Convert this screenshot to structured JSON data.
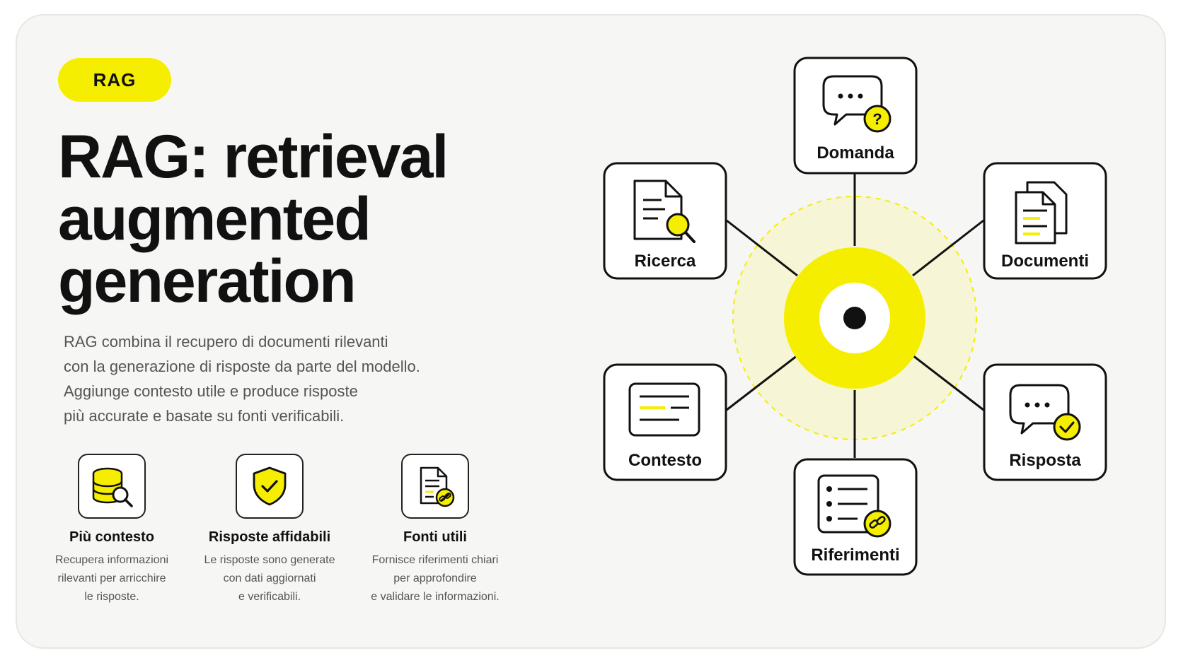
{
  "badge": "RAG",
  "title": [
    "RAG: retrieval",
    "augmented",
    "generation"
  ],
  "description": [
    "RAG combina il recupero di documenti rilevanti",
    "con la generazione di risposte da parte del modello.",
    "Aggiunge contesto utile e produce risposte",
    "più accurate e basate su fonti verificabili."
  ],
  "features": [
    {
      "icon": "database-search-icon",
      "title": "Più contesto",
      "lines": [
        "Recupera informazioni",
        "rilevanti per arricchire",
        "le risposte."
      ]
    },
    {
      "icon": "shield-check-icon",
      "title": "Risposte affidabili",
      "lines": [
        "Le risposte sono generate",
        "con dati aggiornati",
        "e verificabili."
      ]
    },
    {
      "icon": "document-link-icon",
      "title": "Fonti utili",
      "lines": [
        "Fornisce riferimenti chiari",
        "per approfondire",
        "e validare le informazioni."
      ]
    }
  ],
  "diagram": {
    "center": "target-icon",
    "nodes": [
      {
        "icon": "chat-question-icon",
        "label": "Domanda"
      },
      {
        "icon": "document-search-icon",
        "label": "Ricerca"
      },
      {
        "icon": "documents-stack-icon",
        "label": "Documenti"
      },
      {
        "icon": "context-panel-icon",
        "label": "Contesto"
      },
      {
        "icon": "chat-check-icon",
        "label": "Risposta"
      },
      {
        "icon": "reference-list-icon",
        "label": "Riferimenti"
      }
    ]
  },
  "colors": {
    "accent": "#f5ee00",
    "ink": "#111111",
    "background": "#f6f6f4",
    "muted": "#555555"
  }
}
